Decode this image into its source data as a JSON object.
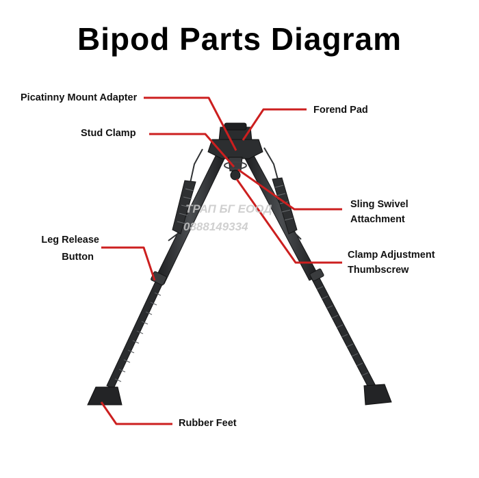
{
  "title": "Bipod Parts Diagram",
  "labels": {
    "picatinny": "Picatinny Mount Adapter",
    "forend": "Forend Pad",
    "stud": "Stud Clamp",
    "sling_1": "Sling Swivel",
    "sling_2": "Attachment",
    "leg_release_1": "Leg Release",
    "leg_release_2": "Button",
    "clamp_adj_1": "Clamp Adjustment",
    "clamp_adj_2": "Thumbscrew",
    "feet": "Rubber Feet"
  },
  "watermark": {
    "line1": "ТРАП БГ ЕООД",
    "line2": "0888149334"
  },
  "colors": {
    "leader": "#cc1f1f",
    "bipod": "#2b2d2f",
    "bipod_highlight": "#55585b"
  }
}
